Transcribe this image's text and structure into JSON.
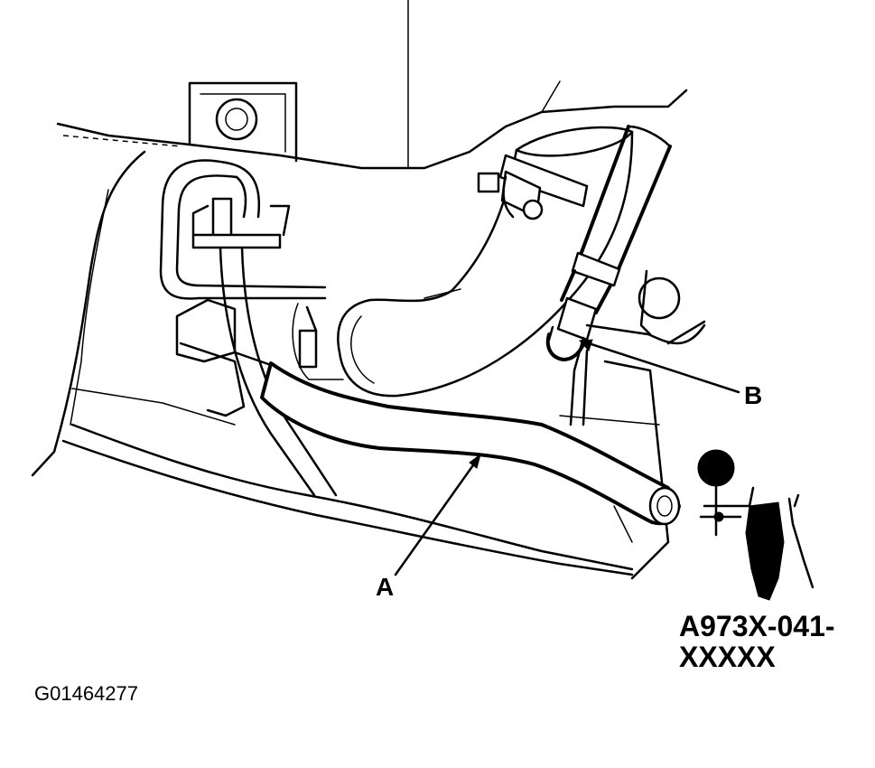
{
  "callouts": {
    "a": "A",
    "b": "B"
  },
  "tool_part_number": {
    "line1": "A973X-041-",
    "line2": "XXXXX"
  },
  "figure_id": "G01464277",
  "colors": {
    "ink": "#000000",
    "paper": "#ffffff"
  }
}
